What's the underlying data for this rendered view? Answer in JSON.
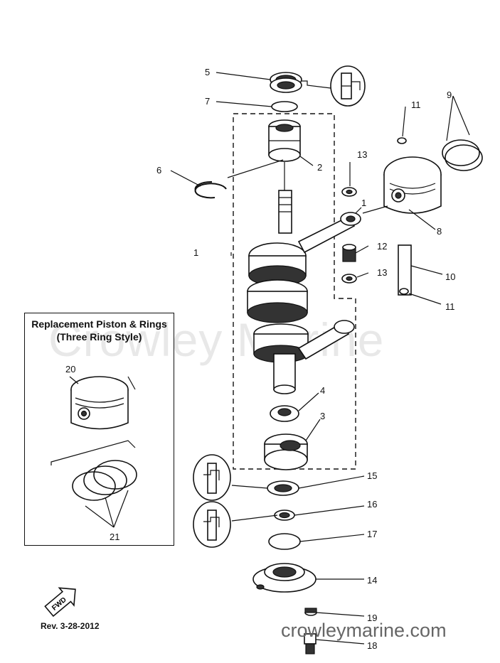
{
  "watermark": "Crowley Marine",
  "website": "crowleymarine.com",
  "revision": "Rev. 3-28-2012",
  "inset": {
    "title_line1": "Replacement Piston & Rings",
    "title_line2": "(Three Ring Style)"
  },
  "fwd_label": "FWD",
  "callouts": {
    "c1a": "1",
    "c1b": "1",
    "c2": "2",
    "c3": "3",
    "c4": "4",
    "c5": "5",
    "c6": "6",
    "c7": "7",
    "c8": "8",
    "c9": "9",
    "c10": "10",
    "c11a": "11",
    "c11b": "11",
    "c12": "12",
    "c13a": "13",
    "c13b": "13",
    "c14": "14",
    "c15": "15",
    "c16": "16",
    "c17": "17",
    "c18": "18",
    "c19": "19",
    "c20": "20",
    "c21": "21"
  },
  "icons": [
    "seal-direction-icon",
    "fwd-arrow-icon"
  ]
}
